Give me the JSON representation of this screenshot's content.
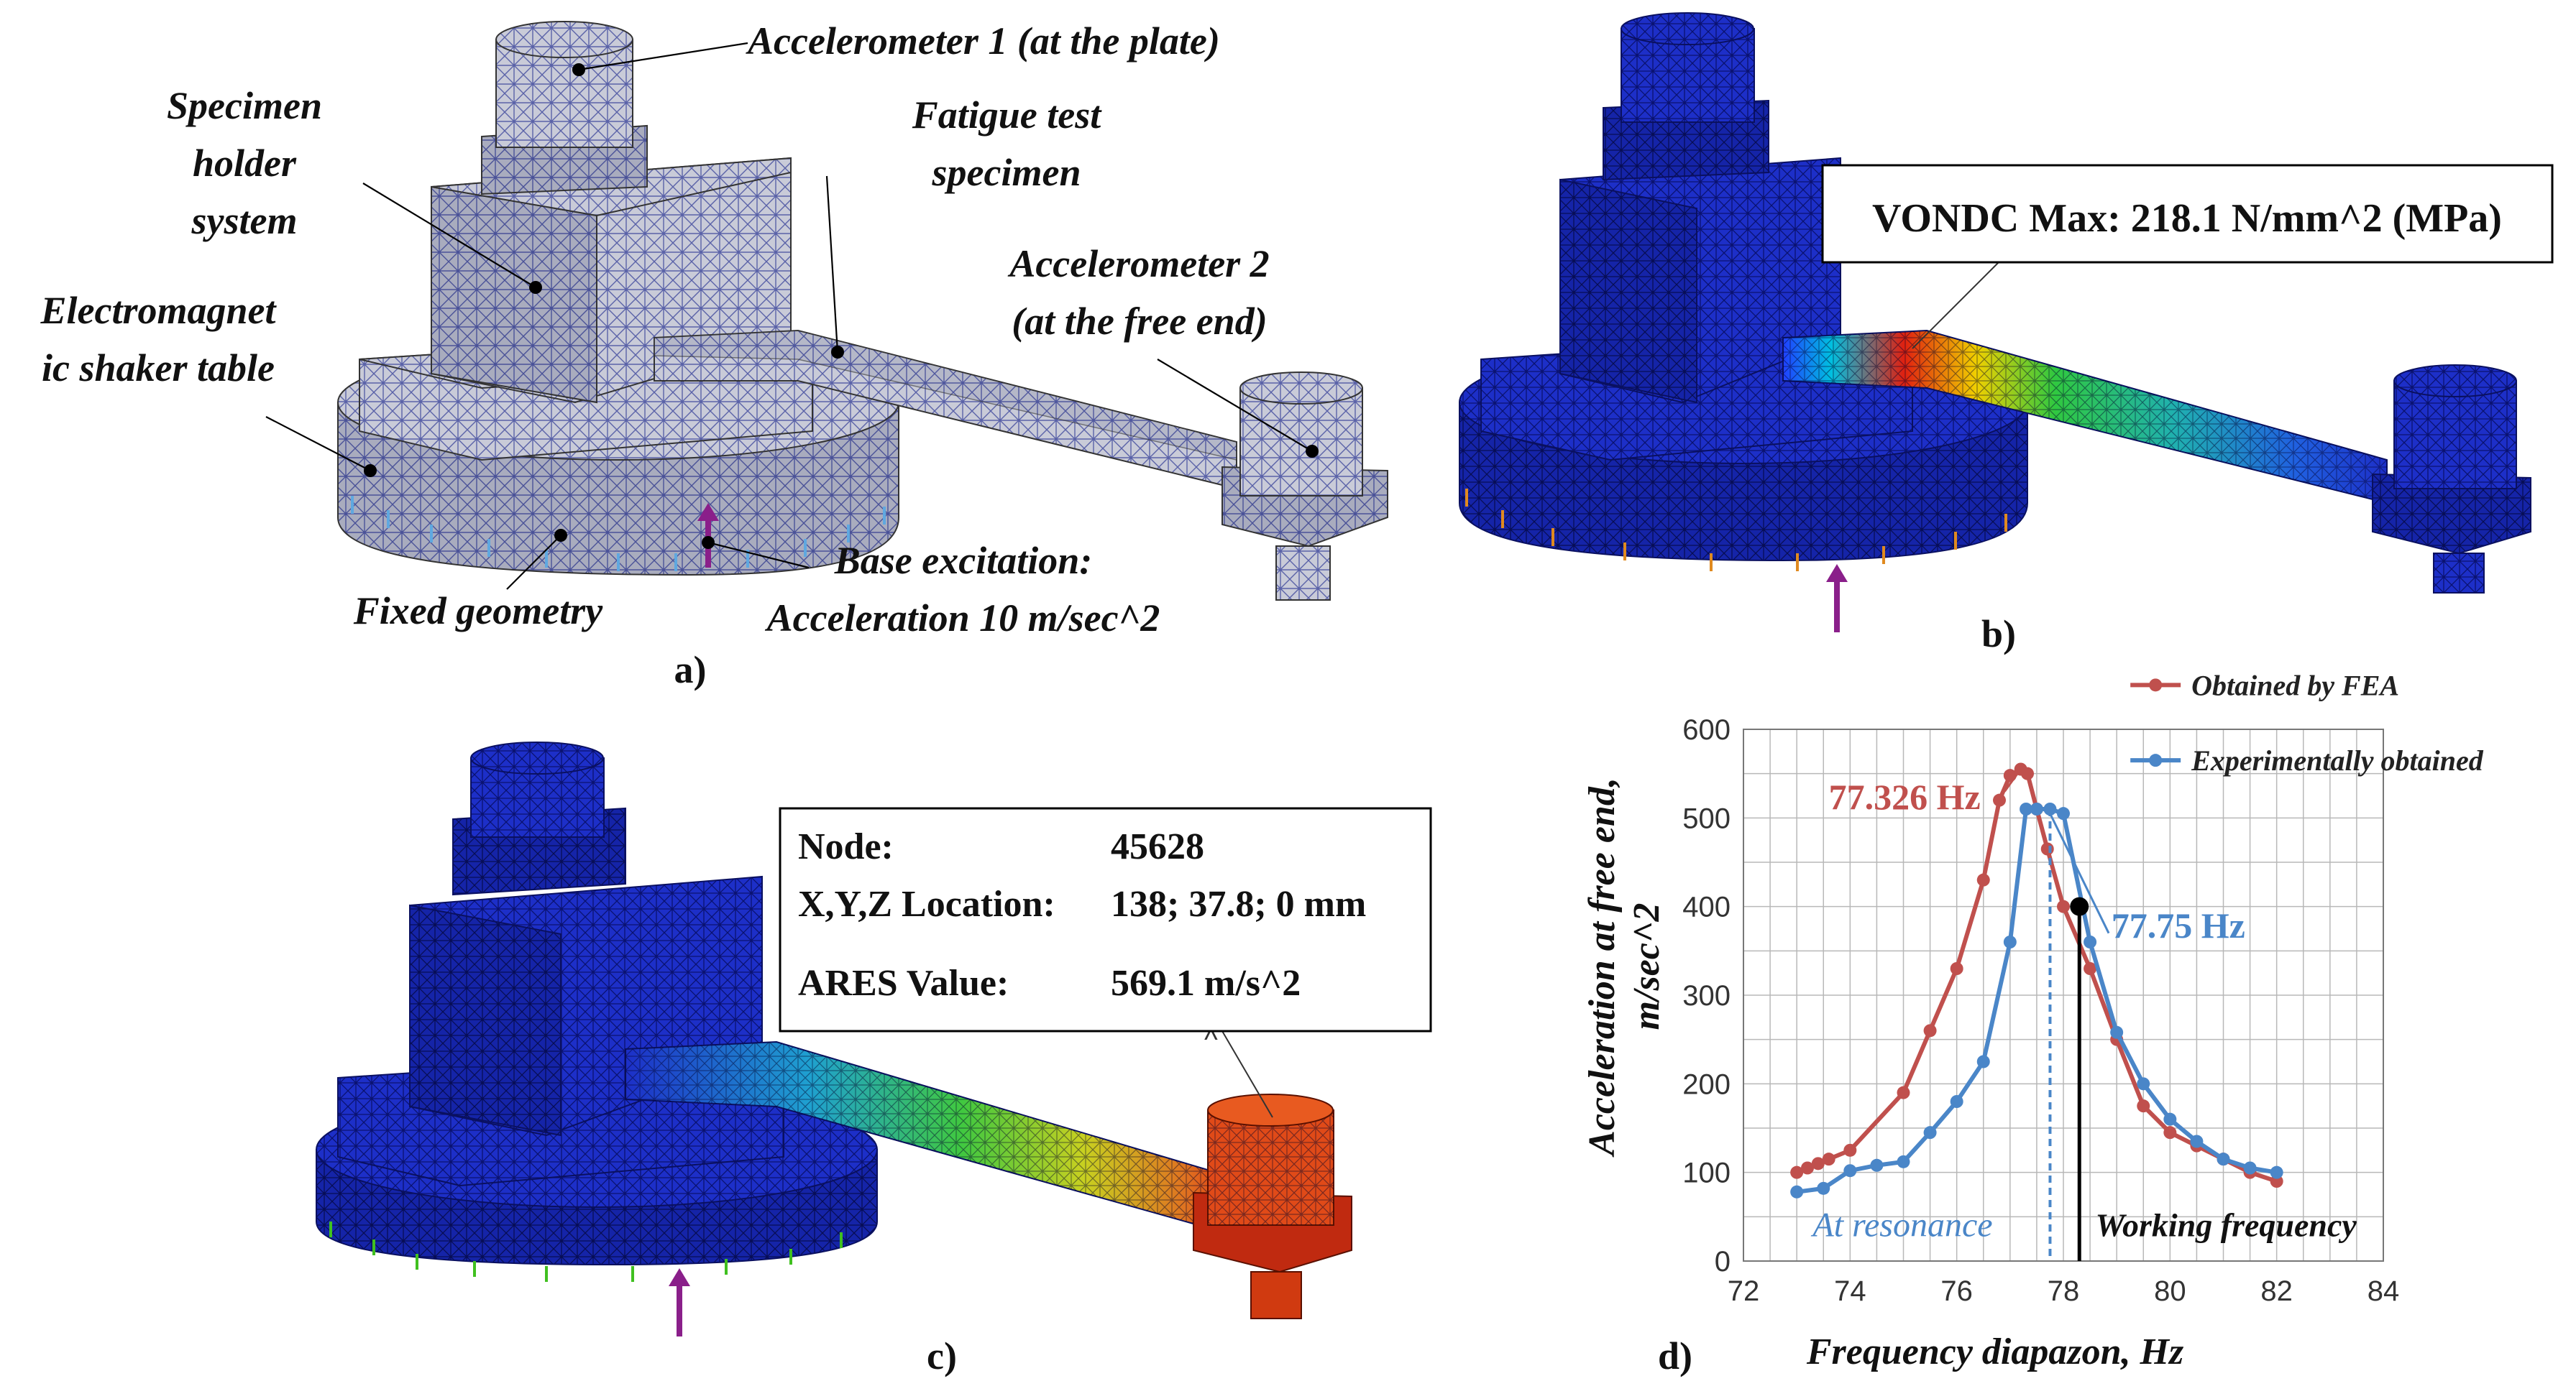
{
  "panel_a": {
    "caption": "a)",
    "labels": {
      "accel1": "Accelerometer 1 (at the plate)",
      "holder1": "Specimen",
      "holder2": "holder",
      "holder3": "system",
      "fatigue1": "Fatigue test",
      "fatigue2": "specimen",
      "accel2_1": "Accelerometer 2",
      "accel2_2": "(at the free end)",
      "shaker1": "Electromagnet",
      "shaker2": "ic shaker table",
      "fixed": "Fixed geometry",
      "base1": "Base excitation:",
      "base2": "Acceleration 10 m/sec^2"
    }
  },
  "panel_b": {
    "caption": "b)",
    "callout": "VONDC Max: 218.1 N/mm^2 (MPa)"
  },
  "panel_c": {
    "caption": "c)",
    "node_label": "Node:",
    "node_value": "45628",
    "loc_label": "X,Y,Z Location:",
    "loc_value": "138; 37.8; 0 mm",
    "ares_label": "ARES Value:",
    "ares_value": "569.1 m/s^2",
    "marker": "^"
  },
  "panel_d": {
    "caption": "d)",
    "colors": {
      "experimental": "#4a86c8",
      "fea": "#c0504d",
      "working": "#000000"
    },
    "annotations": {
      "fea_peak": "77.326 Hz",
      "exp_peak": "77.75 Hz",
      "resonance": "At resonance",
      "working": "Working frequency"
    }
  },
  "chart_data": {
    "type": "line",
    "xlabel": "Frequency diapazon, Hz",
    "ylabel": "Acceleration at free end, m/sec^2",
    "xlim": [
      72,
      84
    ],
    "ylim": [
      0,
      600
    ],
    "xticks": [
      72,
      74,
      76,
      78,
      80,
      82,
      84
    ],
    "yticks": [
      0,
      100,
      200,
      300,
      400,
      500,
      600
    ],
    "grid": true,
    "legend_position": "top-right",
    "series": [
      {
        "name": "Experimentally obtained",
        "x": [
          73.0,
          73.5,
          74.0,
          74.5,
          75.0,
          75.5,
          76.0,
          76.5,
          77.0,
          77.3,
          77.5,
          77.75,
          78.0,
          78.5,
          79.0,
          79.5,
          80.0,
          80.5,
          81.0,
          81.5,
          82.0
        ],
        "y": [
          78,
          82,
          102,
          108,
          112,
          145,
          180,
          225,
          360,
          510,
          510,
          510,
          505,
          360,
          258,
          200,
          160,
          135,
          115,
          105,
          100
        ]
      },
      {
        "name": "Obtained by FEA",
        "x": [
          73.0,
          73.2,
          73.4,
          73.6,
          74.0,
          75.0,
          75.5,
          76.0,
          76.5,
          76.8,
          77.0,
          77.2,
          77.326,
          77.5,
          77.7,
          78.0,
          78.5,
          79.0,
          79.5,
          80.0,
          80.5,
          81.0,
          81.5,
          82.0
        ],
        "y": [
          100,
          105,
          110,
          115,
          125,
          190,
          260,
          330,
          430,
          520,
          548,
          555,
          550,
          510,
          465,
          400,
          330,
          250,
          175,
          145,
          130,
          115,
          100,
          90
        ]
      }
    ],
    "working_frequency": 78.3,
    "resonance_frequency": 77.75,
    "working_point": {
      "x": 78.3,
      "y": 400
    }
  }
}
